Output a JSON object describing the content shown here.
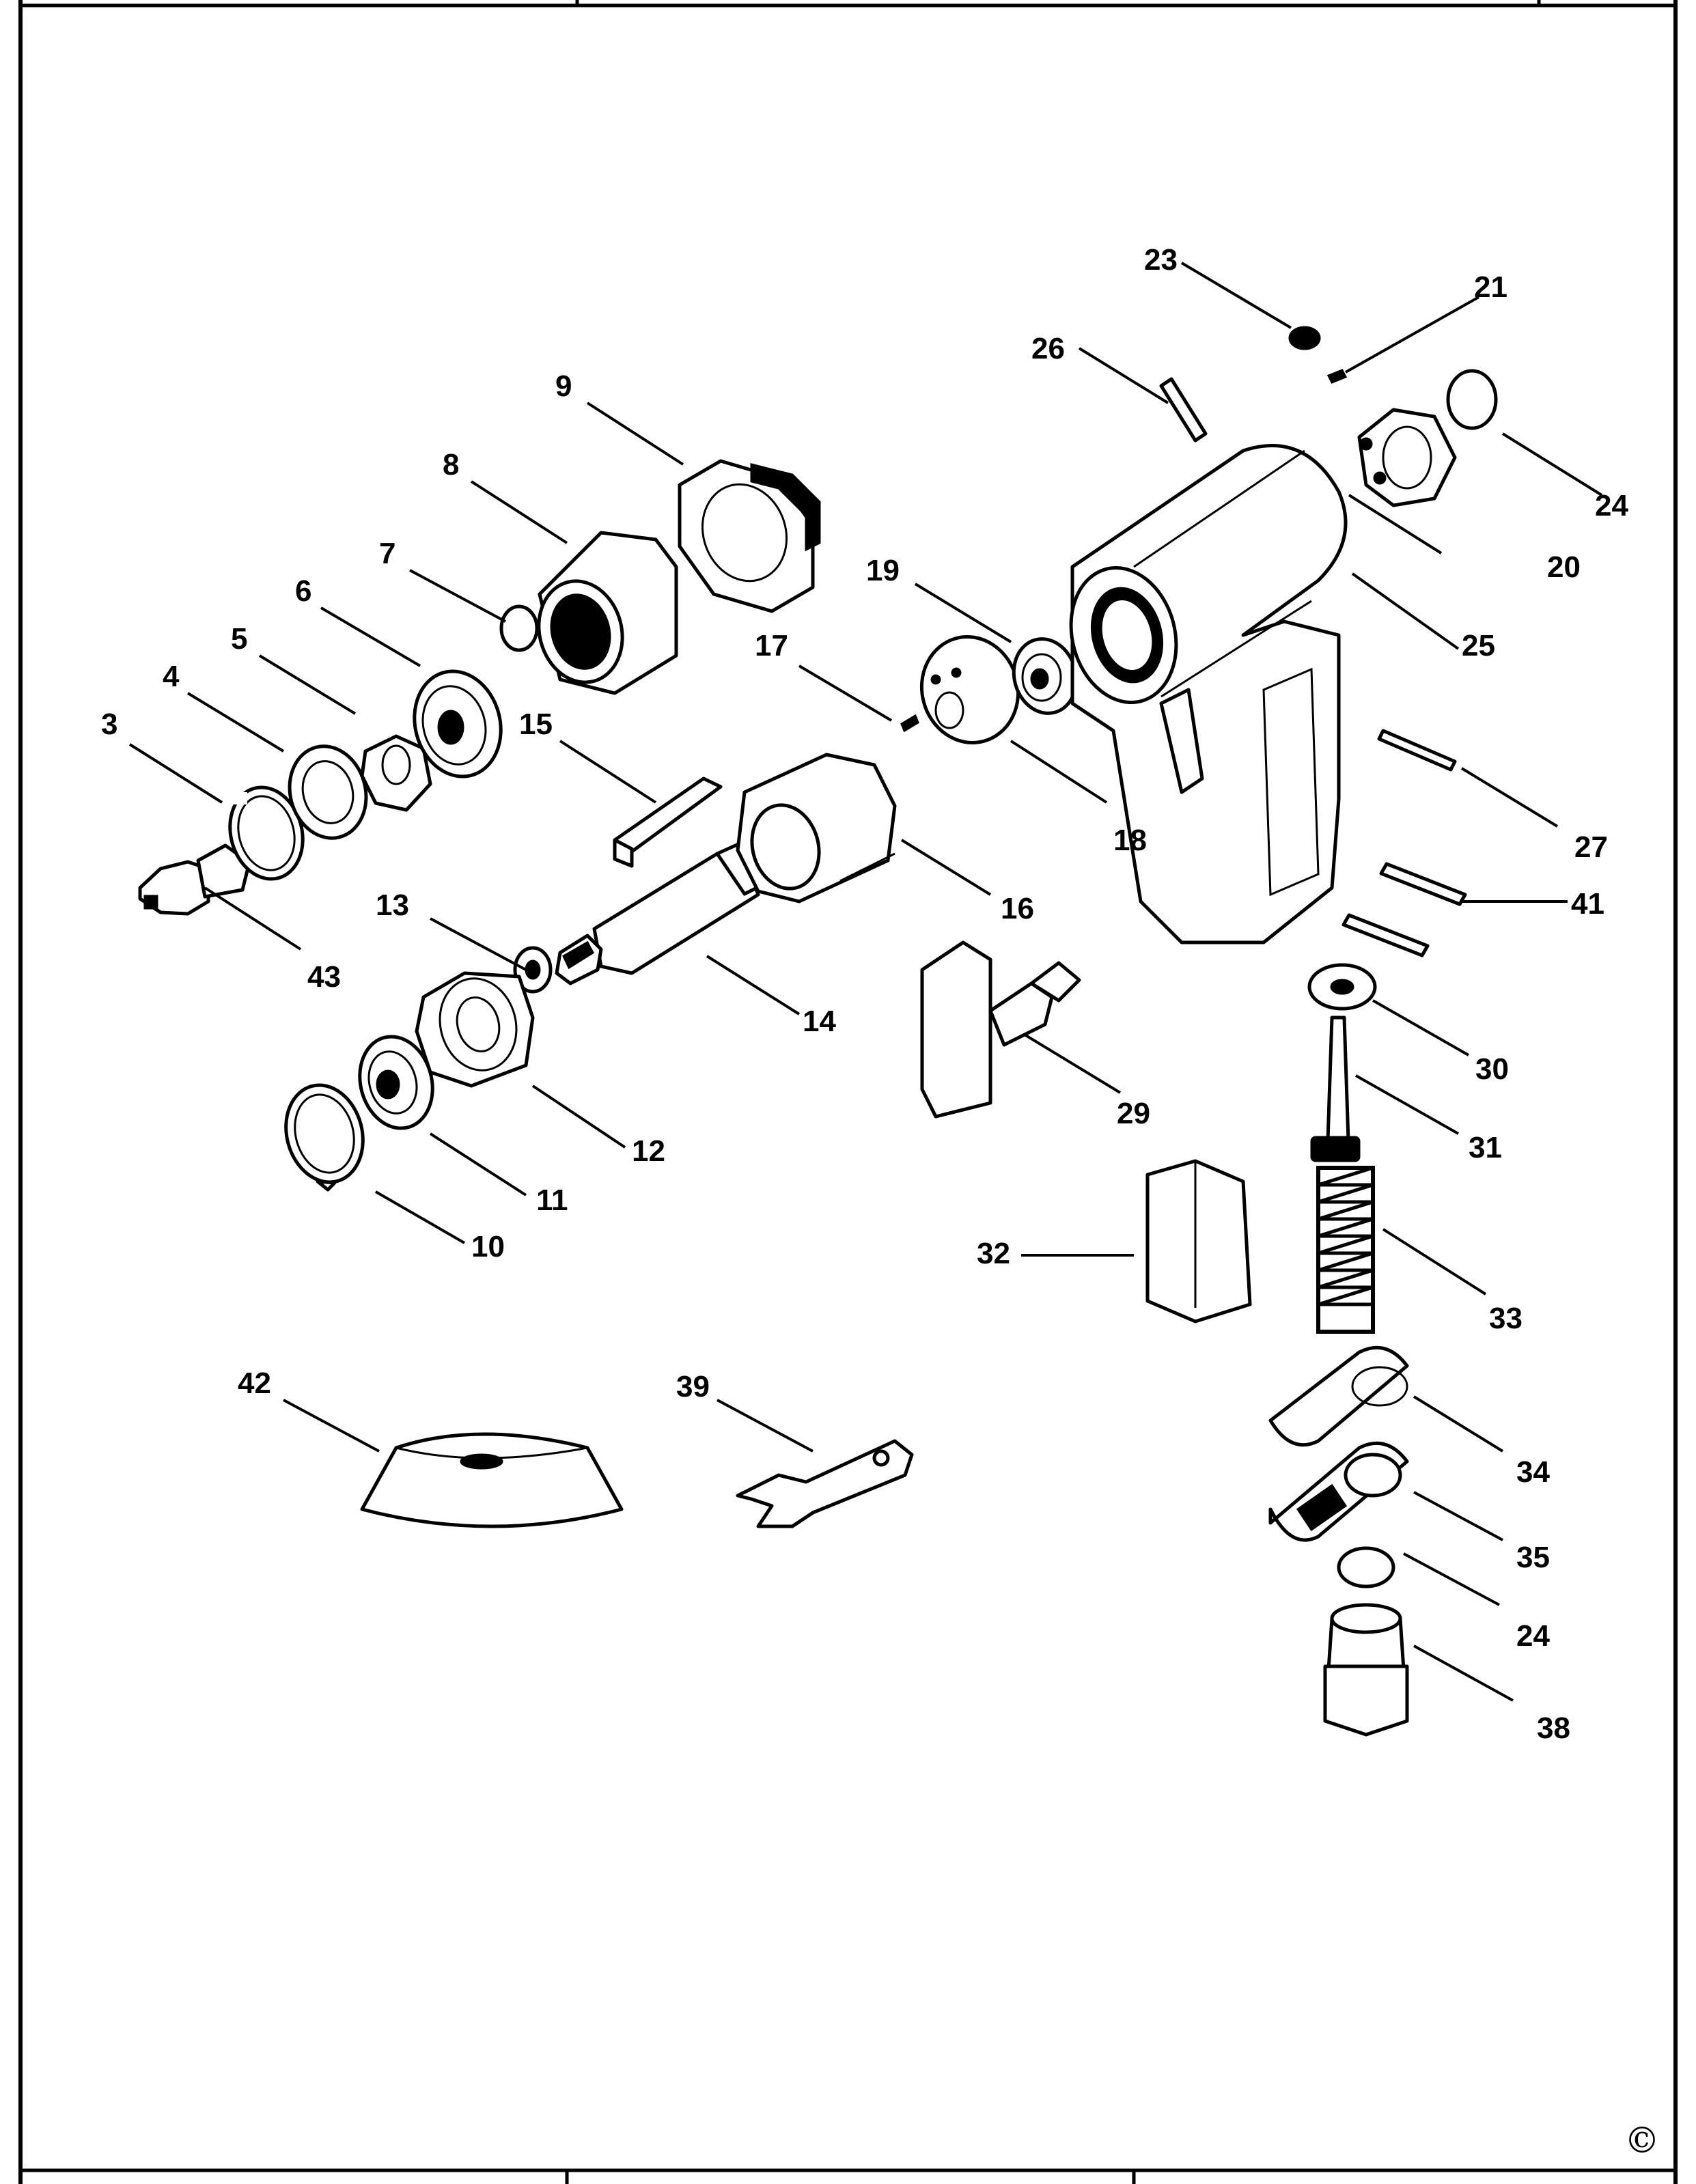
{
  "copyright_symbol": "©",
  "callouts": [
    {
      "id": "p3",
      "text": "3"
    },
    {
      "id": "p4",
      "text": "4"
    },
    {
      "id": "p5",
      "text": "5"
    },
    {
      "id": "p6",
      "text": "6"
    },
    {
      "id": "p7",
      "text": "7"
    },
    {
      "id": "p8",
      "text": "8"
    },
    {
      "id": "p9",
      "text": "9"
    },
    {
      "id": "p10",
      "text": "10"
    },
    {
      "id": "p11",
      "text": "11"
    },
    {
      "id": "p12",
      "text": "12"
    },
    {
      "id": "p13",
      "text": "13"
    },
    {
      "id": "p14",
      "text": "14"
    },
    {
      "id": "p15",
      "text": "15"
    },
    {
      "id": "p16",
      "text": "16"
    },
    {
      "id": "p17",
      "text": "17"
    },
    {
      "id": "p18",
      "text": "18"
    },
    {
      "id": "p19",
      "text": "19"
    },
    {
      "id": "p20",
      "text": "20"
    },
    {
      "id": "p21",
      "text": "21"
    },
    {
      "id": "p23",
      "text": "23"
    },
    {
      "id": "p24a",
      "text": "24"
    },
    {
      "id": "p24b",
      "text": "24"
    },
    {
      "id": "p25",
      "text": "25"
    },
    {
      "id": "p26",
      "text": "26"
    },
    {
      "id": "p27",
      "text": "27"
    },
    {
      "id": "p29",
      "text": "29"
    },
    {
      "id": "p30",
      "text": "30"
    },
    {
      "id": "p31",
      "text": "31"
    },
    {
      "id": "p32",
      "text": "32"
    },
    {
      "id": "p33",
      "text": "33"
    },
    {
      "id": "p34",
      "text": "34"
    },
    {
      "id": "p35",
      "text": "35"
    },
    {
      "id": "p38",
      "text": "38"
    },
    {
      "id": "p39",
      "text": "39"
    },
    {
      "id": "p41",
      "text": "41"
    },
    {
      "id": "p42",
      "text": "42"
    },
    {
      "id": "p43",
      "text": "43"
    }
  ]
}
